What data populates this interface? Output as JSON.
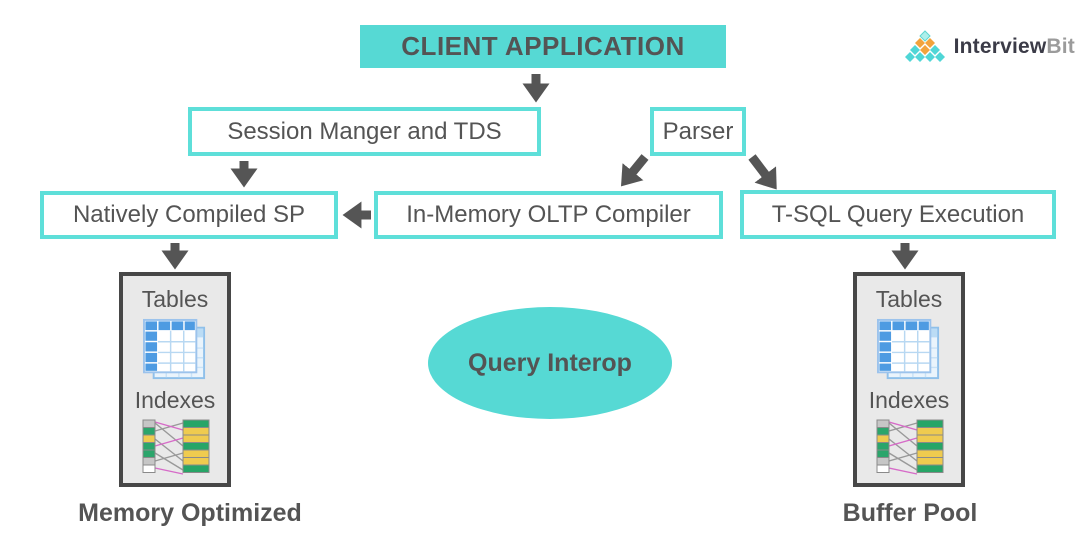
{
  "colors": {
    "teal": "#56D9D4",
    "teal_border": "#5EDFD9",
    "text": "#545454",
    "arrow": "#555555",
    "container_bg": "#E9E9E9",
    "container_border": "#474747",
    "logo_teal": "#4FD6D6",
    "logo_orange": "#F2A33C"
  },
  "nodes": {
    "client_application": "CLIENT APPLICATION",
    "session_manager": "Session Manger and TDS",
    "parser": "Parser",
    "natively_compiled_sp": "Natively Compiled SP",
    "in_memory_oltp_compiler": "In-Memory OLTP Compiler",
    "tsql_query_execution": "T-SQL Query Execution",
    "query_interop": "Query Interop"
  },
  "edges": [
    {
      "from": "client_application",
      "to": "session_manager"
    },
    {
      "from": "session_manager",
      "to": "natively_compiled_sp"
    },
    {
      "from": "parser",
      "to": "in_memory_oltp_compiler"
    },
    {
      "from": "parser",
      "to": "tsql_query_execution"
    },
    {
      "from": "in_memory_oltp_compiler",
      "to": "natively_compiled_sp"
    },
    {
      "from": "natively_compiled_sp",
      "to": "memory_optimized_store"
    },
    {
      "from": "tsql_query_execution",
      "to": "buffer_pool_store"
    }
  ],
  "containers": {
    "memory_optimized": {
      "tables_label": "Tables",
      "indexes_label": "Indexes",
      "caption": "Memory Optimized"
    },
    "buffer_pool": {
      "tables_label": "Tables",
      "indexes_label": "Indexes",
      "caption": "Buffer Pool"
    }
  },
  "logo": {
    "name_primary": "Interview",
    "name_secondary": "Bit"
  },
  "icons": {
    "tables": "tables-icon",
    "indexes": "indexes-icon",
    "logo_mark": "diamond-pyramid-logo"
  }
}
